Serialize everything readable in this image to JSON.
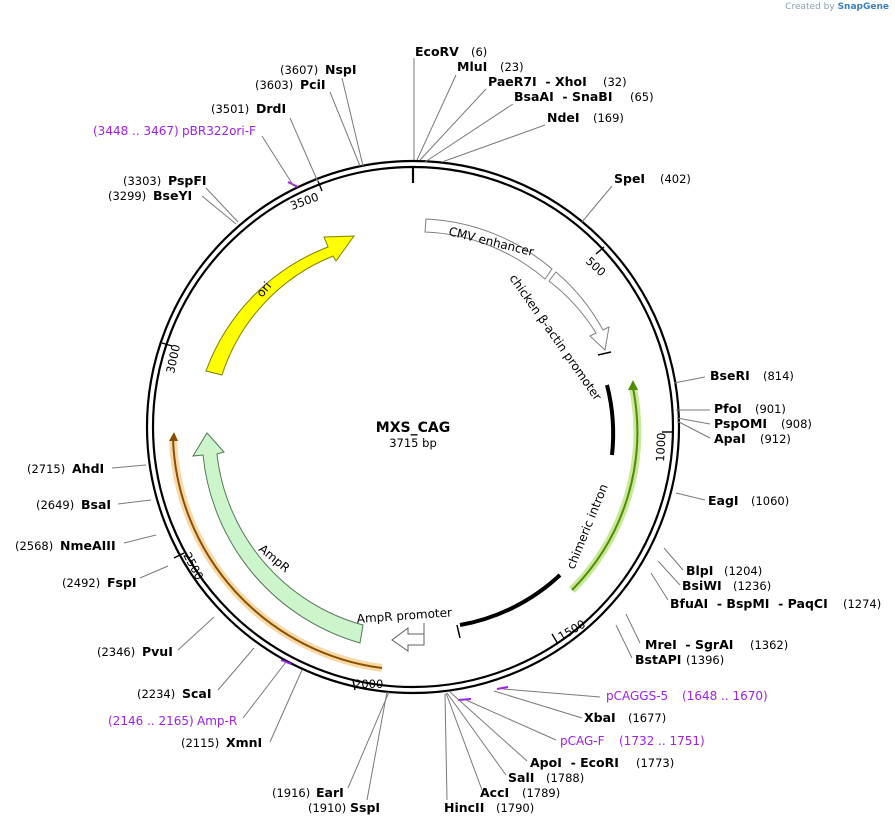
{
  "credit": {
    "prefix": "Created by",
    "brand": "SnapGene"
  },
  "plasmid": {
    "name": "MXS_CAG",
    "length_label": "3715 bp",
    "length": 3715
  },
  "colors": {
    "primer": "#a020f0",
    "ori": "#ffff00",
    "ampr": "#ccf5cc",
    "amp_r_line": "#e8a23a",
    "chimeric": "#7ab800"
  },
  "ticks": [
    {
      "pos": 500,
      "label": "500"
    },
    {
      "pos": 1000,
      "label": "1000"
    },
    {
      "pos": 1500,
      "label": "1500"
    },
    {
      "pos": 2000,
      "label": "2000"
    },
    {
      "pos": 2500,
      "label": "2500"
    },
    {
      "pos": 3000,
      "label": "3000"
    },
    {
      "pos": 3500,
      "label": "3500"
    }
  ],
  "sites": [
    {
      "id": "ecorv",
      "name": "EcoRV",
      "pos": "(6)",
      "bp": 6
    },
    {
      "id": "mlui",
      "name": "MluI",
      "pos": "(23)",
      "bp": 23
    },
    {
      "id": "paer7i",
      "name": "PaeR7I  - XhoI",
      "pos": "(32)",
      "bp": 32
    },
    {
      "id": "bsaai",
      "name": "BsaAI  - SnaBI",
      "pos": "(65)",
      "bp": 65
    },
    {
      "id": "ndei",
      "name": "NdeI",
      "pos": "(169)",
      "bp": 169
    },
    {
      "id": "spei",
      "name": "SpeI",
      "pos": "(402)",
      "bp": 402
    },
    {
      "id": "seri",
      "name": "BseRI",
      "pos": "(814)",
      "bp": 814
    },
    {
      "id": "pfoi",
      "name": "PfoI",
      "pos": "(901)",
      "bp": 901
    },
    {
      "id": "pspomi",
      "name": "PspOMI",
      "pos": "(908)",
      "bp": 908
    },
    {
      "id": "apai",
      "name": "ApaI",
      "pos": "(912)",
      "bp": 912
    },
    {
      "id": "eagi",
      "name": "EagI",
      "pos": "(1060)",
      "bp": 1060
    },
    {
      "id": "blpi",
      "name": "BlpI",
      "pos": "(1204)",
      "bp": 1204
    },
    {
      "id": "bsiwi",
      "name": "BsiWI",
      "pos": "(1236)",
      "bp": 1236
    },
    {
      "id": "bfuai",
      "name": "BfuAI  - BspMI  - PaqCI",
      "pos": "(1274)",
      "bp": 1274
    },
    {
      "id": "mrei",
      "name": "MreI  - SgrAI",
      "pos": "(1362)",
      "bp": 1362
    },
    {
      "id": "bstapi",
      "name": "BstAPI",
      "pos": "(1396)",
      "bp": 1396
    },
    {
      "id": "xbai",
      "name": "XbaI",
      "pos": "(1677)",
      "bp": 1677
    },
    {
      "id": "apoi",
      "name": "ApoI  - EcoRI",
      "pos": "(1773)",
      "bp": 1773
    },
    {
      "id": "sali",
      "name": "SalI",
      "pos": "(1788)",
      "bp": 1788
    },
    {
      "id": "acci",
      "name": "AccI",
      "pos": "(1789)",
      "bp": 1789
    },
    {
      "id": "hincii",
      "name": "HincII",
      "pos": "(1790)",
      "bp": 1790
    },
    {
      "id": "sspi",
      "name": "SspI",
      "pos": "(1910)",
      "bp": 1910
    },
    {
      "id": "eari",
      "name": "EarI",
      "pos": "(1916)",
      "bp": 1916
    },
    {
      "id": "xmni",
      "name": "XmnI",
      "pos": "(2115)",
      "bp": 2115
    },
    {
      "id": "scai",
      "name": "ScaI",
      "pos": "(2234)",
      "bp": 2234
    },
    {
      "id": "pvui",
      "name": "PvuI",
      "pos": "(2346)",
      "bp": 2346
    },
    {
      "id": "fspi",
      "name": "FspI",
      "pos": "(2492)",
      "bp": 2492
    },
    {
      "id": "nmeaiii",
      "name": "NmeAIII",
      "pos": "(2568)",
      "bp": 2568
    },
    {
      "id": "bsai",
      "name": "BsaI",
      "pos": "(2649)",
      "bp": 2649
    },
    {
      "id": "ahdi",
      "name": "AhdI",
      "pos": "(2715)",
      "bp": 2715
    },
    {
      "id": "bseyi",
      "name": "BseYI",
      "pos": "(3299)",
      "bp": 3299
    },
    {
      "id": "pspfi",
      "name": "PspFI",
      "pos": "(3303)",
      "bp": 3303
    },
    {
      "id": "drdi",
      "name": "DrdI",
      "pos": "(3501)",
      "bp": 3501
    },
    {
      "id": "pcii",
      "name": "PciI",
      "pos": "(3603)",
      "bp": 3603
    },
    {
      "id": "nspi",
      "name": "NspI",
      "pos": "(3607)",
      "bp": 3607
    }
  ],
  "primers": [
    {
      "id": "pbr322",
      "name": "pBR322ori-F",
      "range": "(3448 .. 3467)",
      "bp": 3457
    },
    {
      "id": "pcaggs",
      "name": "pCAGGS-5",
      "range": "(1648 .. 1670)",
      "bp": 1659
    },
    {
      "id": "pcagf",
      "name": "pCAG-F",
      "range": "(1732 .. 1751)",
      "bp": 1741
    },
    {
      "id": "ampr",
      "name": "Amp-R",
      "range": "(2146 .. 2165)",
      "bp": 2155
    }
  ],
  "features": {
    "cmv": "CMV enhancer",
    "actin": "chicken β-actin promoter",
    "intron": "chimeric intron",
    "ori": "ori",
    "ampr": "AmpR",
    "ampr_promoter": "AmpR promoter"
  }
}
